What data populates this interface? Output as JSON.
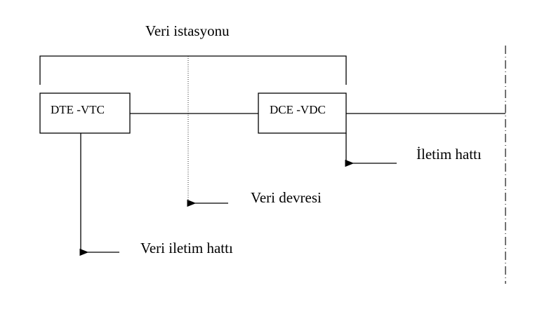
{
  "title": "Veri istasyonu",
  "boxes": {
    "dte": "DTE -VTC",
    "dce": "DCE -VDC"
  },
  "labels": {
    "transmission_line": "İletim hattı",
    "data_circuit": "Veri devresi",
    "data_transmission_line": "Veri iletim hattı"
  }
}
